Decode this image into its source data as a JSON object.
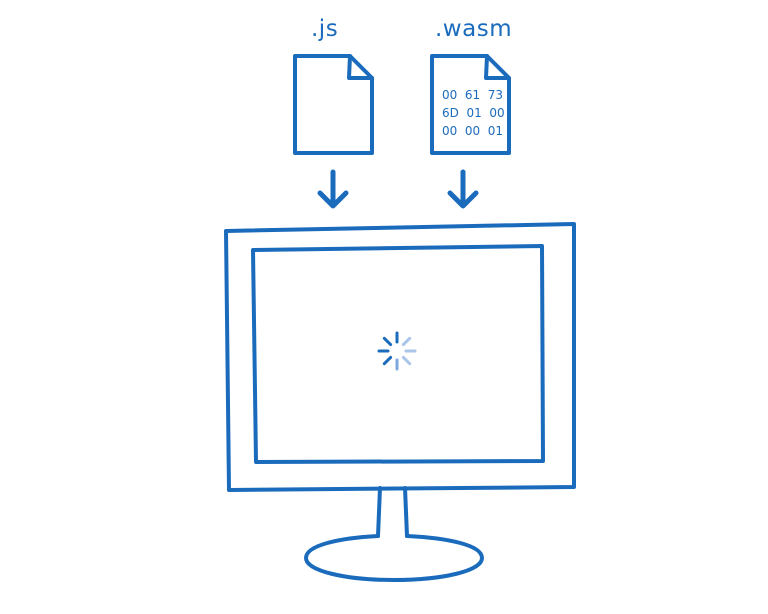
{
  "files": [
    {
      "label": ".js",
      "icon": "document-icon"
    },
    {
      "label": ".wasm",
      "icon": "document-icon",
      "hex_rows": [
        "00  61  73",
        "6D  01  00",
        "00  00  01"
      ]
    }
  ],
  "monitor": {
    "icon": "monitor-icon",
    "status": "loading-spinner"
  },
  "colors": {
    "stroke": "#1b6bbd",
    "spinner_light": "#a9c6ea"
  }
}
